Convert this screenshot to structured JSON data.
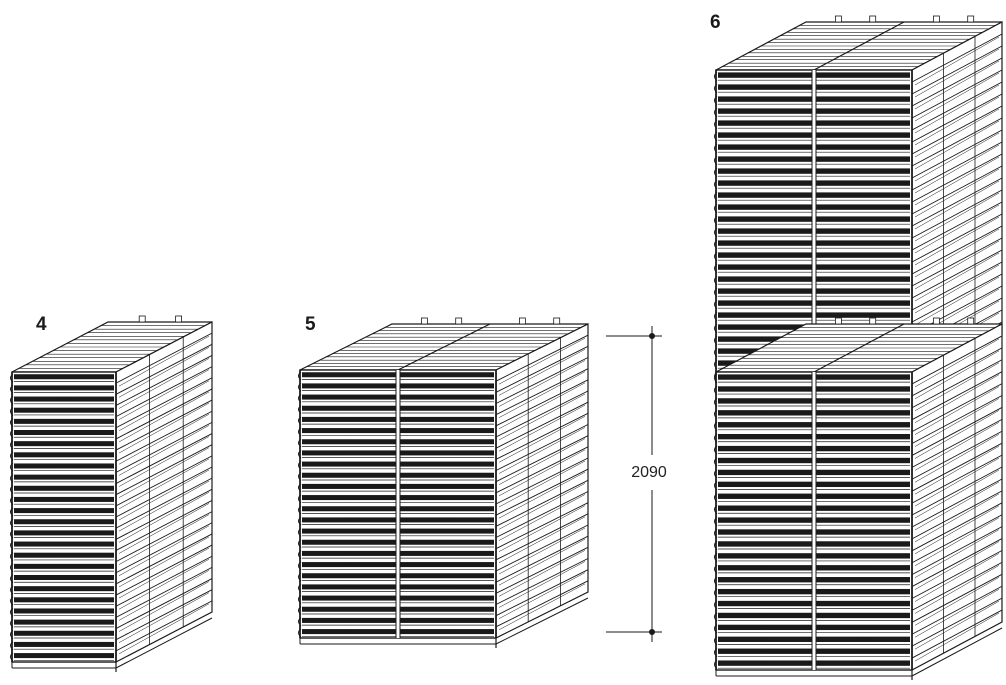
{
  "labels": {
    "unit_4": "4",
    "unit_5": "5",
    "unit_6": "6"
  },
  "dimension": {
    "value": "2090"
  },
  "colors": {
    "line": "#1a1a1a",
    "background": "#ffffff"
  }
}
